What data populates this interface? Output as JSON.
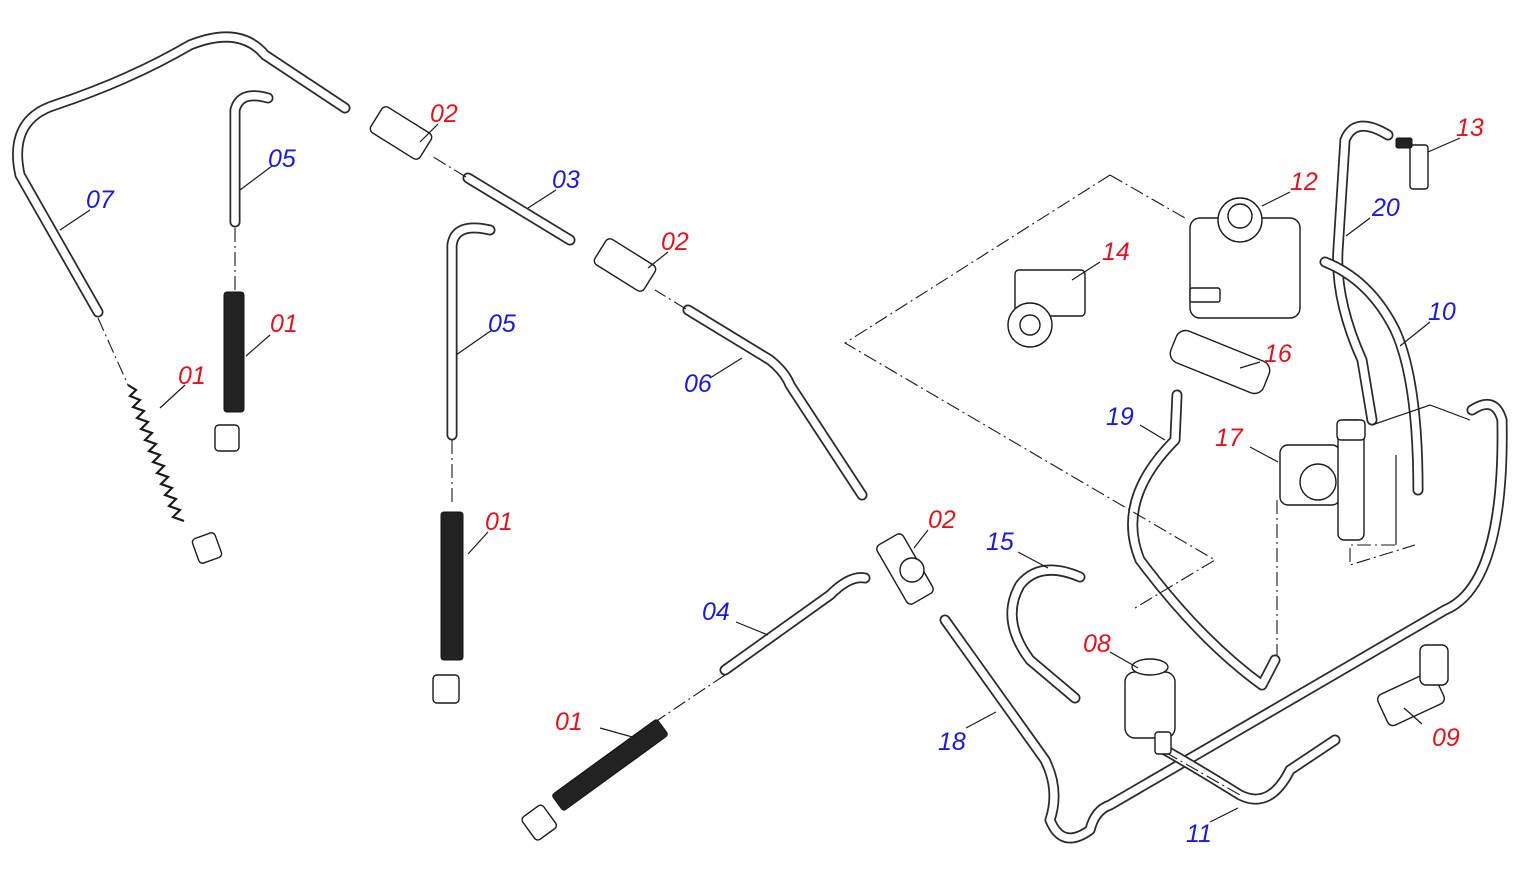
{
  "colors": {
    "callout_red": "#e0141e",
    "callout_blue": "#1a1ad6",
    "line": "#1a1a1a",
    "background": "#ffffff"
  },
  "callouts": [
    {
      "id": "c-02-a",
      "text": "02",
      "color": "red"
    },
    {
      "id": "c-02-b",
      "text": "02",
      "color": "red"
    },
    {
      "id": "c-02-c",
      "text": "02",
      "color": "red"
    },
    {
      "id": "c-01-a",
      "text": "01",
      "color": "red"
    },
    {
      "id": "c-01-b",
      "text": "01",
      "color": "red"
    },
    {
      "id": "c-01-c",
      "text": "01",
      "color": "red"
    },
    {
      "id": "c-01-d",
      "text": "01",
      "color": "red"
    },
    {
      "id": "c-05-a",
      "text": "05",
      "color": "blue"
    },
    {
      "id": "c-05-b",
      "text": "05",
      "color": "blue"
    },
    {
      "id": "c-07",
      "text": "07",
      "color": "blue"
    },
    {
      "id": "c-03",
      "text": "03",
      "color": "blue"
    },
    {
      "id": "c-06",
      "text": "06",
      "color": "blue"
    },
    {
      "id": "c-04",
      "text": "04",
      "color": "blue"
    },
    {
      "id": "c-18",
      "text": "18",
      "color": "blue"
    },
    {
      "id": "c-15",
      "text": "15",
      "color": "blue"
    },
    {
      "id": "c-19",
      "text": "19",
      "color": "blue"
    },
    {
      "id": "c-20",
      "text": "20",
      "color": "blue"
    },
    {
      "id": "c-10",
      "text": "10",
      "color": "blue"
    },
    {
      "id": "c-11",
      "text": "11",
      "color": "blue"
    },
    {
      "id": "c-12",
      "text": "12",
      "color": "red"
    },
    {
      "id": "c-13",
      "text": "13",
      "color": "red"
    },
    {
      "id": "c-14",
      "text": "14",
      "color": "red"
    },
    {
      "id": "c-16",
      "text": "16",
      "color": "red"
    },
    {
      "id": "c-17",
      "text": "17",
      "color": "red"
    },
    {
      "id": "c-08",
      "text": "08",
      "color": "red"
    },
    {
      "id": "c-09",
      "text": "09",
      "color": "red"
    }
  ]
}
